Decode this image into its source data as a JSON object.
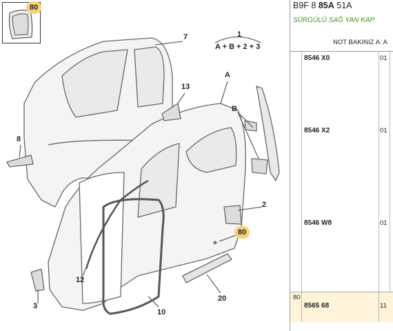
{
  "header": {
    "ref_prefix": "B9F 8",
    "ref_bold": "85A",
    "ref_suffix": "51A",
    "title": "SÜRGÜLÜ SAĞ YAN KAP",
    "note": "NOT BAKINIZ A: A"
  },
  "thumbnail": {
    "badge": "80",
    "icon": "door-seal-icon"
  },
  "diagram": {
    "formula_top": "1",
    "formula_bottom": "A + B + 2 + 3",
    "callouts": [
      "7",
      "13",
      "8",
      "A",
      "B",
      "2",
      "12",
      "3",
      "10",
      "20"
    ],
    "highlight_badge": "80",
    "accent_color": "#f6d27a"
  },
  "parts": [
    {
      "number": "8546 X0",
      "qty": "01"
    },
    {
      "number": "8546 X2",
      "qty": "01"
    },
    {
      "number": "8546 W8",
      "qty": "01"
    }
  ],
  "highlight_row": {
    "item": "80",
    "number": "8565 68",
    "qty": "11",
    "color": "#fff3d9"
  }
}
